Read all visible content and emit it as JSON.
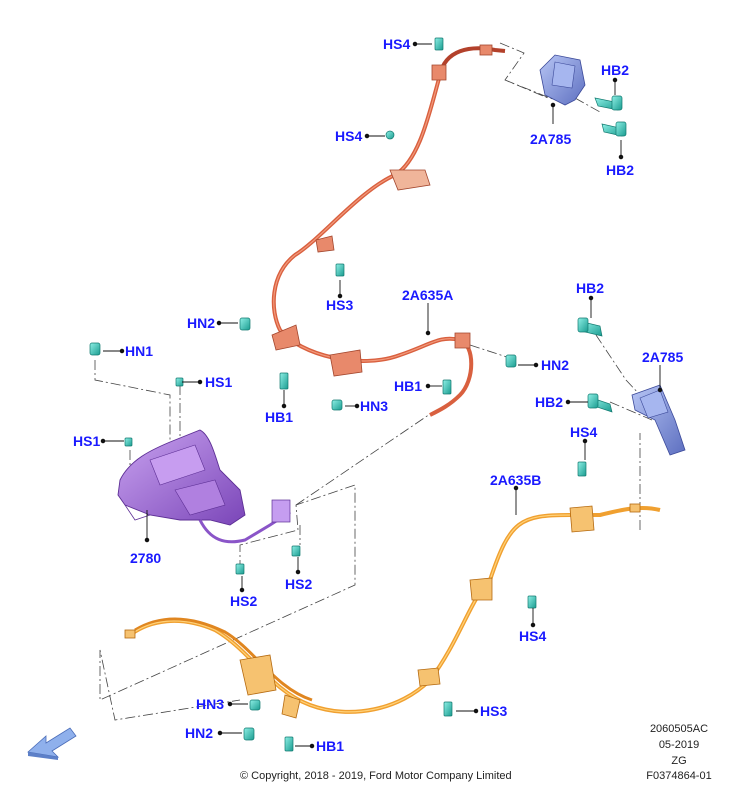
{
  "diagram": {
    "labels": {
      "hs4_top": "HS4",
      "hb2_top": "HB2",
      "hs4_mid": "HS4",
      "p2a785_top": "2A785",
      "hb2_top2": "HB2",
      "hs3_upper": "HS3",
      "p2a635a": "2A635A",
      "hb2_right": "HB2",
      "hn2_left": "HN2",
      "hn1": "HN1",
      "p2a785_right": "2A785",
      "hs1_a": "HS1",
      "hn2_mid": "HN2",
      "hb1_mid": "HB1",
      "hb2_right2": "HB2",
      "hn3_mid": "HN3",
      "hb1_upper": "HB1",
      "hs1_b": "HS1",
      "hs4_right": "HS4",
      "p2a635b": "2A635B",
      "p2780": "2780",
      "hs2_a": "HS2",
      "hs2_b": "HS2",
      "hs4_lower": "HS4",
      "hn3_low": "HN3",
      "hs3_low": "HS3",
      "hn2_low": "HN2",
      "hb1_low": "HB1"
    }
  },
  "footer": {
    "ref_code": "2060505AC",
    "date": "05-2019",
    "zg": "ZG",
    "fig_id": "F0374864-01",
    "copyright": "© Copyright, 2018 - 2019, Ford Motor Company Limited"
  },
  "colors": {
    "label": "#1a1aff",
    "cable_upper": "#d9603f",
    "cable_lower": "#f0a030",
    "bracket": "#7d8fd8",
    "pedal": "#a86fd8",
    "fastener": "#2ec4b6"
  },
  "icons": {
    "front_arrow": "direction-arrow-icon"
  }
}
